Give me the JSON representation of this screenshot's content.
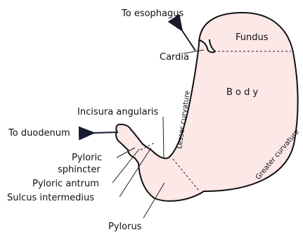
{
  "diagram": {
    "colors": {
      "stomach_fill": "#fce8e6",
      "outline": "#111111",
      "arrow": "#1a1a2e"
    },
    "labels": {
      "to_esophagus": "To esophagus",
      "fundus": "Fundus",
      "cardia": "Cardia",
      "lesser_curvature": "Lesser curvature",
      "body": "B o d y",
      "incisura_angularis": "Incisura angularis",
      "to_duodenum": "To duodenum",
      "pyloric_sphincter_line1": "Pyloric",
      "pyloric_sphincter_line2": "sphincter",
      "pyloric_antrum": "Pyloric antrum",
      "sulcus_intermedius": "Sulcus intermedius",
      "greater_curvature": "Greater curvature",
      "pylorus": "Pylorus"
    }
  }
}
